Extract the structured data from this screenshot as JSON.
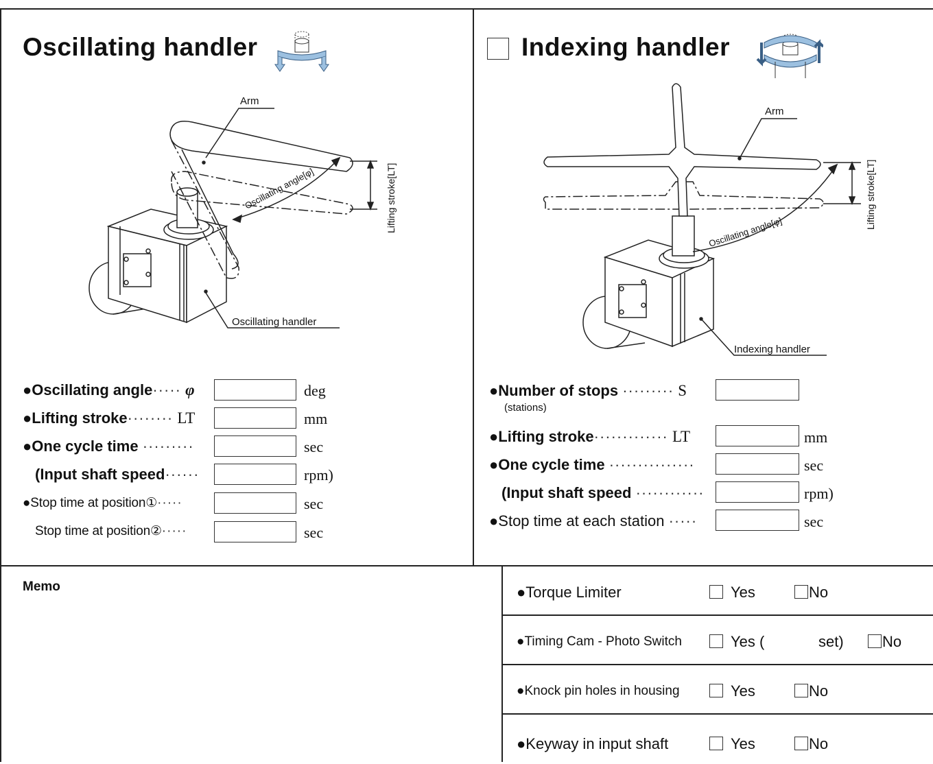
{
  "left_panel": {
    "title": "Oscillating handler",
    "callouts": {
      "arm": "Arm",
      "lifting_stroke": "Lifting stroke[LT]",
      "oscillating_angle": "Oscillating angle[φ]",
      "handler": "Oscillating handler"
    },
    "fields": [
      {
        "label": "●Oscillating angle",
        "dots": "·····",
        "symbol": "φ",
        "unit": "deg"
      },
      {
        "label": "●Lifting stroke",
        "dots": "········",
        "symbol": "LT",
        "unit": "mm"
      },
      {
        "label": "●One cycle time",
        "dots": "·········",
        "symbol": "",
        "unit": "sec"
      },
      {
        "label": "(Input shaft speed",
        "dots": "······",
        "symbol": "",
        "unit": "rpm)"
      },
      {
        "label": "●Stop time at position①",
        "dots": "·····",
        "symbol": "",
        "unit": "sec"
      },
      {
        "label": "Stop time at position②",
        "dots": "·····",
        "symbol": "",
        "unit": "sec"
      }
    ]
  },
  "right_panel": {
    "title": "Indexing handler",
    "callouts": {
      "arm": "Arm",
      "lifting_stroke": "Lifting stroke[LT]",
      "oscillating_angle": "Oscillating angle[φ]",
      "handler": "Indexing handler"
    },
    "fields": [
      {
        "label": "●Number of stops",
        "dots": "·········",
        "symbol": "S",
        "unit": "",
        "sub": "(stations)"
      },
      {
        "label": "●Lifting stroke",
        "dots": "·············",
        "symbol": "LT",
        "unit": "mm"
      },
      {
        "label": "●One cycle time",
        "dots": "···············",
        "symbol": "",
        "unit": "sec"
      },
      {
        "label": "(Input shaft speed",
        "dots": "············",
        "symbol": "",
        "unit": "rpm)"
      },
      {
        "label": "●Stop time at each station",
        "dots": "·····",
        "symbol": "",
        "unit": "sec"
      }
    ]
  },
  "memo": {
    "label": "Memo"
  },
  "options": [
    {
      "label": "●Torque Limiter",
      "yes": "Yes",
      "no": "No",
      "extra": ""
    },
    {
      "label": "●Timing Cam - Photo Switch",
      "yes": "Yes (",
      "no": "No",
      "extra": "set)"
    },
    {
      "label": "●Knock pin holes in housing",
      "yes": "Yes",
      "no": "No",
      "extra": ""
    },
    {
      "label": "●Keyway in input shaft",
      "yes": "Yes",
      "no": "No",
      "extra": ""
    }
  ]
}
